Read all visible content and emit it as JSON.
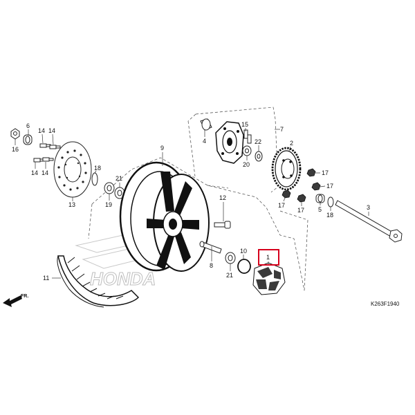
{
  "diagram": {
    "callouts": [
      "1",
      "2",
      "3",
      "4",
      "5",
      "6",
      "7",
      "8",
      "9",
      "10",
      "11",
      "12",
      "13",
      "14",
      "15",
      "16",
      "17",
      "18",
      "19",
      "20",
      "21",
      "22"
    ],
    "highlighted": "1",
    "direction": "FR.",
    "code": "K263F1940",
    "watermark": "HONDA",
    "colors": {
      "highlight": "#d6001c",
      "line": "#222222",
      "watermark": "#bdbdbd"
    }
  }
}
